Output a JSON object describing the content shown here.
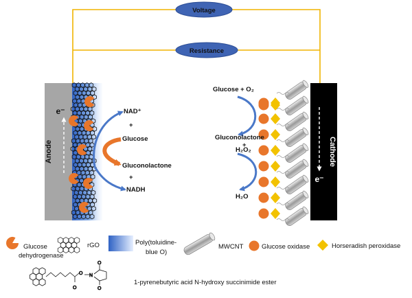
{
  "circuit": {
    "voltage_label": "Voltage",
    "resistance_label": "Resistance"
  },
  "anode": {
    "label": "Anode",
    "electron": "e⁻",
    "reaction": {
      "nad_plus": "NAD⁺",
      "plus_1": "+",
      "glucose": "Glucose",
      "gluconolactone": "Gluconolactone",
      "plus_2": "+",
      "nadh": "NADH"
    }
  },
  "cathode": {
    "label": "Cathode",
    "electron": "e⁻",
    "reaction": {
      "glucose_o2": "Glucose + O₂",
      "gluconolactone": "Gluconolactone",
      "plus": "+",
      "h2o2": "H₂O₂",
      "h2o": "H₂O"
    }
  },
  "legend": {
    "glucose_dehydrogenase": [
      "Glucose",
      "dehydrogenase"
    ],
    "rgo": "rGO",
    "poly_tbo": [
      "Poly(toluidine-",
      "blue O)"
    ],
    "mwcnt": "MWCNT",
    "glucose_oxidase": "Glucose oxidase",
    "hrp": "Horseradish peroxidase",
    "pbse": "1-pyrenebutyric acid N-hydroxy succinimide ester"
  },
  "colors": {
    "wire": "#f0b400",
    "ellipse": "#3f64b4",
    "anode_gray": "#a6a6a6",
    "cathode_black": "#000000",
    "enzyme_orange": "#e8762b",
    "hrp_yellow": "#f2c200",
    "arrow_blue": "#4a78c8",
    "arrow_orange": "#e8762b"
  }
}
